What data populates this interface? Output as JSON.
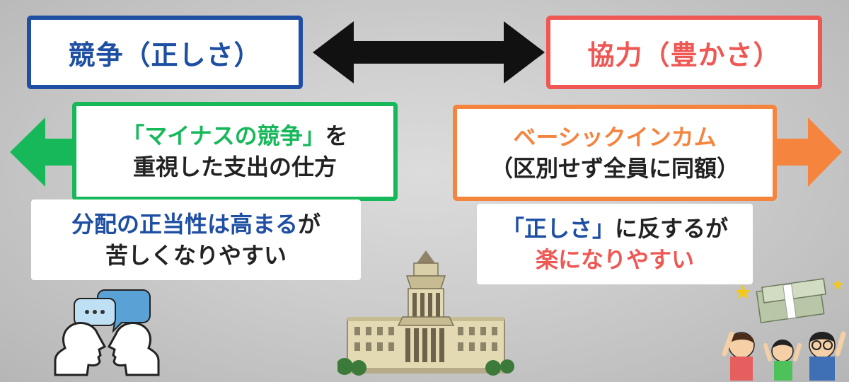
{
  "top_left": {
    "text": "競争（正しさ）",
    "border_color": "#1e4fa3"
  },
  "top_right": {
    "text": "協力（豊かさ）",
    "border_color": "#ef5753"
  },
  "green_box": {
    "line1_quote": "「マイナスの競争」",
    "line1_rest": "を",
    "line2": "重視した支出の仕方",
    "color": "#16b85a"
  },
  "orange_box": {
    "line1": "ベーシックインカム",
    "line2": "（区別せず全員に同額）",
    "color": "#f4843e"
  },
  "note_left": {
    "line1_blue": "分配の正当性は高まる",
    "line1_rest": "が",
    "line2": "苦しくなりやすい"
  },
  "note_right": {
    "line1_blue": "「正しさ」",
    "line1_rest": "に反するが",
    "line2_red": "楽になりやすい"
  },
  "illustrations": [
    "talking-heads-icon",
    "diet-building-icon",
    "cheering-people-money-icon"
  ]
}
